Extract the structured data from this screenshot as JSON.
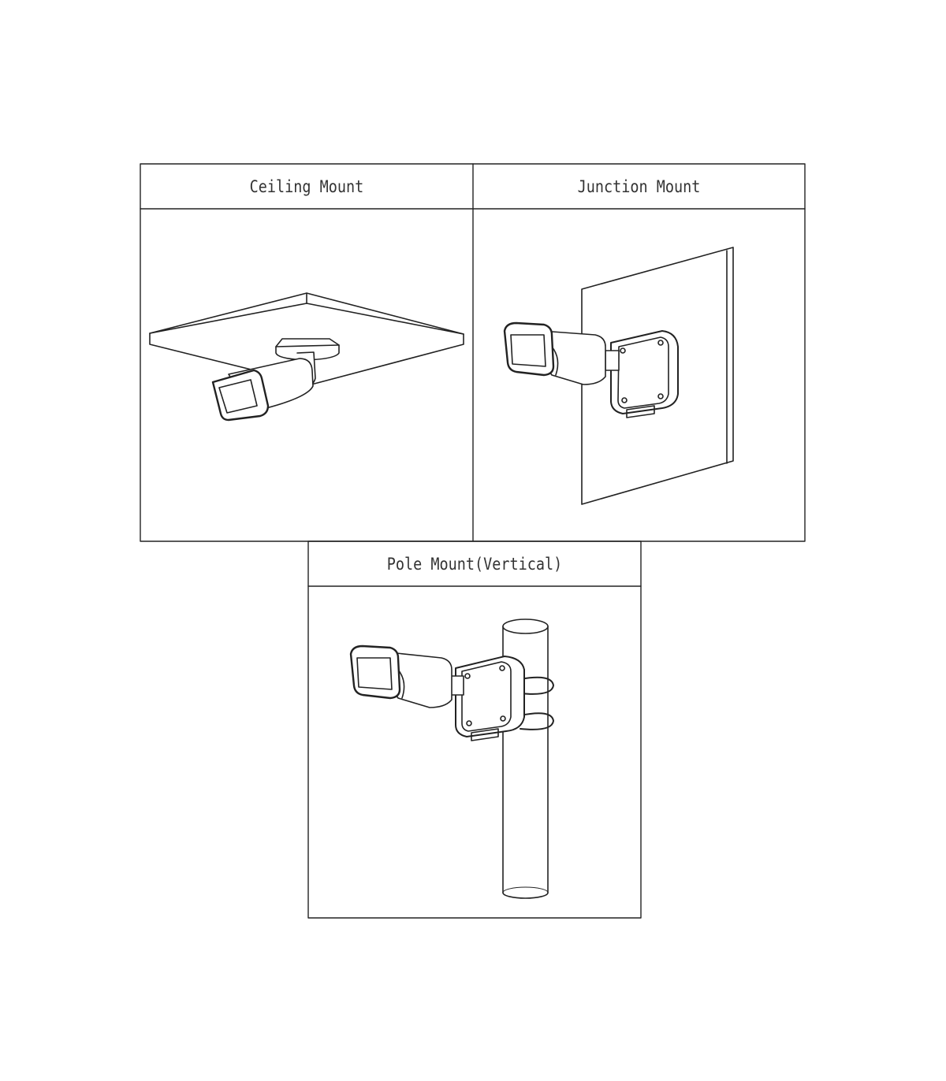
{
  "panels": [
    {
      "title": "Ceiling Mount",
      "illustration": "ceiling-mount"
    },
    {
      "title": "Junction Mount",
      "illustration": "junction-mount"
    },
    {
      "title": "Pole Mount(Vertical)",
      "illustration": "pole-mount"
    }
  ],
  "colors": {
    "line": "#222222",
    "background": "#ffffff"
  }
}
